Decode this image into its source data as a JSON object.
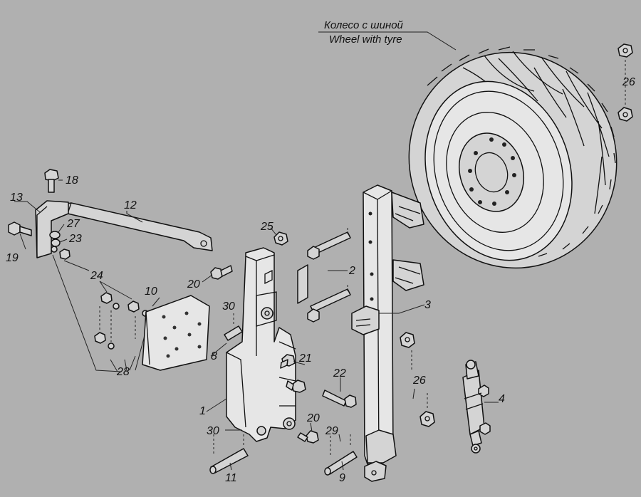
{
  "wheel_title": {
    "ru": "Колесо с шиной",
    "en": "Wheel with tyre"
  },
  "callouts": {
    "c1": "1",
    "c2": "2",
    "c3": "3",
    "c4": "4",
    "c8": "8",
    "c9": "9",
    "c10": "10",
    "c11": "11",
    "c12": "12",
    "c13": "13",
    "c18": "18",
    "c19": "19",
    "c20a": "20",
    "c20b": "20",
    "c21": "21",
    "c22": "22",
    "c23": "23",
    "c24": "24",
    "c25": "25",
    "c26a": "26",
    "c26b": "26",
    "c27": "27",
    "c28": "28",
    "c29": "29",
    "c30a": "30",
    "c30b": "30"
  }
}
